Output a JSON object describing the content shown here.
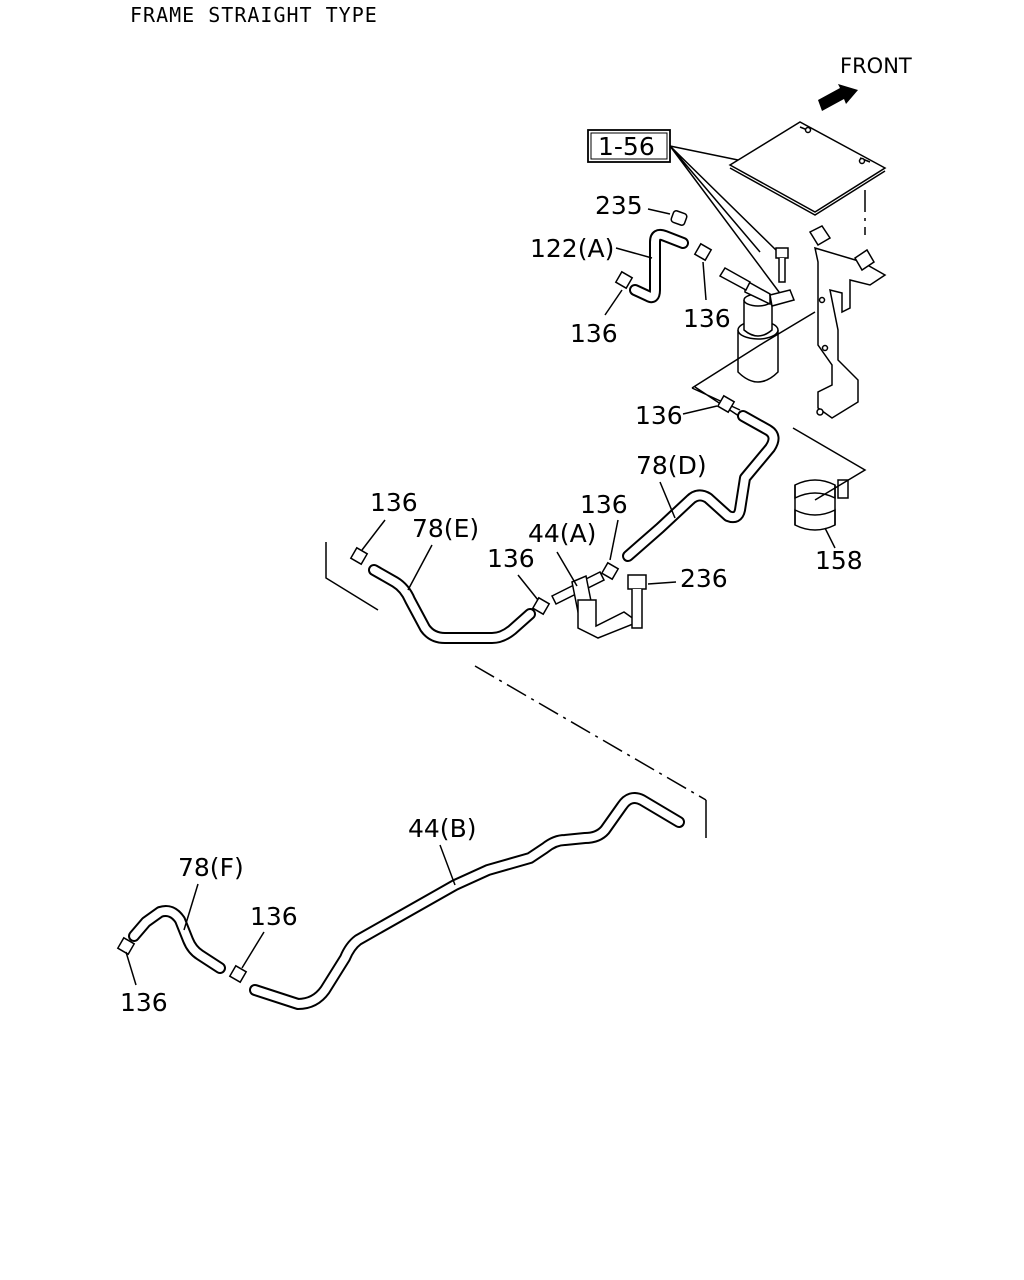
{
  "title": "FRAME STRAIGHT TYPE",
  "front_label": "FRONT",
  "callouts": {
    "ref_1_56": "1-56",
    "p235": "235",
    "p122a": "122(A)",
    "p136_a": "136",
    "p136_b": "136",
    "p136_c": "136",
    "p78d": "78(D)",
    "p136_d": "136",
    "p78e": "78(E)",
    "p136_e": "136",
    "p44a": "44(A)",
    "p136_f": "136",
    "p236": "236",
    "p158": "158",
    "p44b": "44(B)",
    "p78f": "78(F)",
    "p136_g": "136",
    "p136_h": "136"
  }
}
